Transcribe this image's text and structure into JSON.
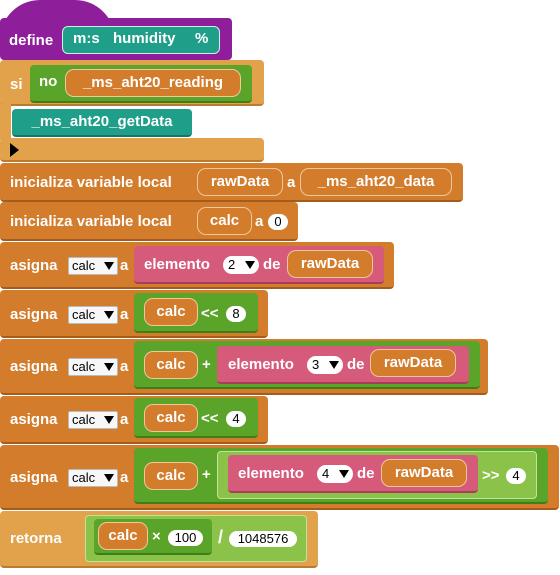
{
  "define": {
    "keyword": "define",
    "namespace": "m:s",
    "name": "humidity",
    "unit": "%"
  },
  "si": {
    "keyword": "si",
    "not": "no",
    "var": "_ms_aht20_reading",
    "call": "_ms_aht20_getData"
  },
  "init1": {
    "label": "inicializa variable local",
    "name": "rawData",
    "a": "a",
    "value": "_ms_aht20_data"
  },
  "init2": {
    "label": "inicializa variable local",
    "name": "calc",
    "a": "a",
    "value": "0"
  },
  "set1": {
    "keyword": "asigna",
    "var": "calc",
    "a": "a",
    "elemento": "elemento",
    "index": "2",
    "de": "de",
    "list": "rawData"
  },
  "set2": {
    "keyword": "asigna",
    "var": "calc",
    "a": "a",
    "left": "calc",
    "op": "<<",
    "right": "8"
  },
  "set3": {
    "keyword": "asigna",
    "var": "calc",
    "a": "a",
    "left": "calc",
    "plus": "+",
    "elemento": "elemento",
    "index": "3",
    "de": "de",
    "list": "rawData"
  },
  "set4": {
    "keyword": "asigna",
    "var": "calc",
    "a": "a",
    "left": "calc",
    "op": "<<",
    "right": "4"
  },
  "set5": {
    "keyword": "asigna",
    "var": "calc",
    "a": "a",
    "left": "calc",
    "plus": "+",
    "elemento": "elemento",
    "index": "4",
    "de": "de",
    "list": "rawData",
    "op": ">>",
    "right": "4"
  },
  "ret": {
    "keyword": "retorna",
    "left": "calc",
    "times": "×",
    "factor": "100",
    "div": "/",
    "divisor": "1048576"
  },
  "colors": {
    "procedure": "#8e1e9a",
    "control": "#e2a24c",
    "variable": "#d27c2c",
    "list": "#d65b7a",
    "math": "#5ba42a",
    "call": "#1f9e8a"
  }
}
